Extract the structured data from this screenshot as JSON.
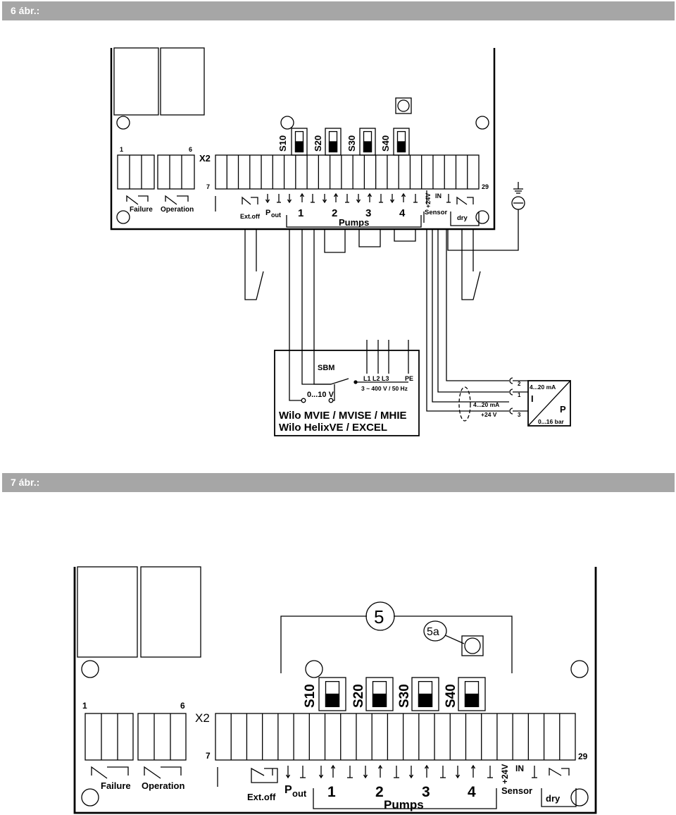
{
  "figures": [
    {
      "caption": "6 ábr.:"
    },
    {
      "caption": "7 ábr.:"
    }
  ],
  "board": {
    "terminal_block": "X2",
    "terminal_first_top": "1",
    "terminal_last_top": "6",
    "terminal_first": "7",
    "terminal_last": "29",
    "switches": [
      "S10",
      "S20",
      "S30",
      "S40"
    ],
    "relay_failure": "Failure",
    "relay_operation": "Operation",
    "ext_off": "Ext.off",
    "p_out_main": "P",
    "p_out_sub": "out",
    "pump_numbers": [
      "1",
      "2",
      "3",
      "4"
    ],
    "pumps_label": "Pumps",
    "plus24v": "+24V",
    "in_label": "IN",
    "sensor_label": "Sensor",
    "dry_label": "dry"
  },
  "fig6": {
    "sbm": "SBM",
    "phases": "L1 L2 L3",
    "pe": "PE",
    "supply": "3 ~ 400 V / 50 Hz",
    "analog_in": "0...10 V",
    "pump_line1": "Wilo MVIE / MVISE / MHIE",
    "pump_line2": "Wilo HelixVE / EXCEL",
    "transducer_range_top": "4...20 mA",
    "transducer_i": "I",
    "transducer_p": "P",
    "transducer_range_bar": "0...16 bar",
    "term_2": "2",
    "term_1": "1",
    "term_3": "3",
    "signal_label": "4...20 mA",
    "supply_label": "+24 V"
  },
  "fig7": {
    "callout_5": "5",
    "callout_5a": "5a"
  }
}
